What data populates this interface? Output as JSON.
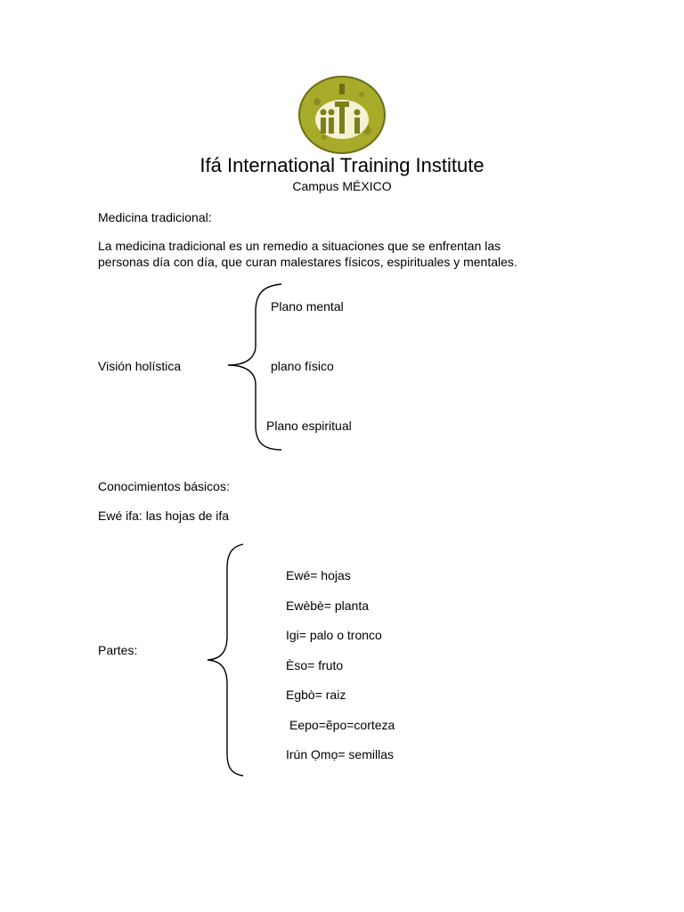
{
  "header": {
    "logo_text": "iiTi",
    "title": "Ifá International Training Institute",
    "subtitle": "Campus MÉXICO"
  },
  "section1": {
    "heading": "Medicina tradicional:",
    "paragraph_line1": "La medicina tradicional es un remedio a situaciones que se enfrentan las",
    "paragraph_line2": "personas día con día, que curan malestares físicos, espirituales y mentales."
  },
  "vision": {
    "label": "Visión holística",
    "items": [
      "Plano mental",
      "plano físico",
      "Plano espiritual"
    ]
  },
  "section2": {
    "heading": "Conocimientos básicos:",
    "subheading": "Ewé ifa: las hojas de ifa"
  },
  "partes": {
    "label": "Partes:",
    "items": [
      "Ewé= hojas",
      "Ewèbè= planta",
      "Igi= palo o tronco",
      "Èso= fruto",
      "Egbò= raiz",
      "Eepo=ẽpo=corteza",
      "Irún Ọmọ= semillas"
    ]
  },
  "colors": {
    "logo_green": "#a8ab2a",
    "logo_dark": "#6b6d16"
  }
}
